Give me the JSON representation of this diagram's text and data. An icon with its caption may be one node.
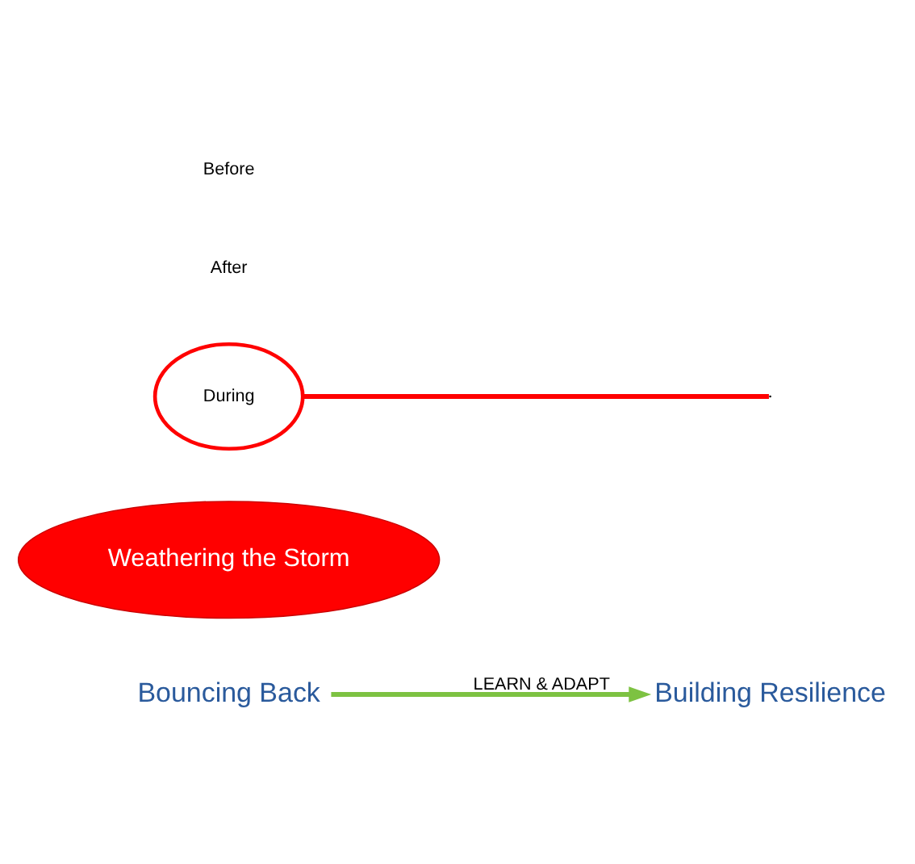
{
  "diagram": {
    "nodes": [
      {
        "text": [
          "Bouncing Back"
        ]
      },
      {
        "text": [
          "Weathering the Storm"
        ]
      },
      {
        "text": [
          "Building Resilience"
        ]
      },
      {
        "text": [
          "During"
        ]
      }
    ],
    "edges": [
      {
        "from": 0,
        "to": 2,
        "arrow": "to",
        "label": "LEARN & ADAPT",
        "color": "#7dc242"
      },
      {
        "from": 3,
        "to": null,
        "arrow": "none",
        "color": "#ff0000"
      }
    ],
    "labels": [
      "After",
      "Before"
    ]
  }
}
